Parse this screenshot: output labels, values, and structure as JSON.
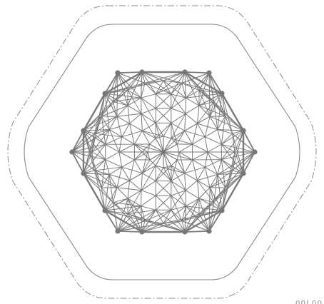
{
  "figure": {
    "subject": "hexagonal-lattice-figure",
    "colors": {
      "background": "#ffffff",
      "frame_outer": "#8a8a8a",
      "frame_inner": "#8a8a8a",
      "lattice_edge": "#7a7a7a",
      "lattice_node": "#777777"
    },
    "outer_frame_style": "dash-dot",
    "inner_frame_style": "solid",
    "lattice_symmetry": 6,
    "corner_label": "OOLOO"
  }
}
